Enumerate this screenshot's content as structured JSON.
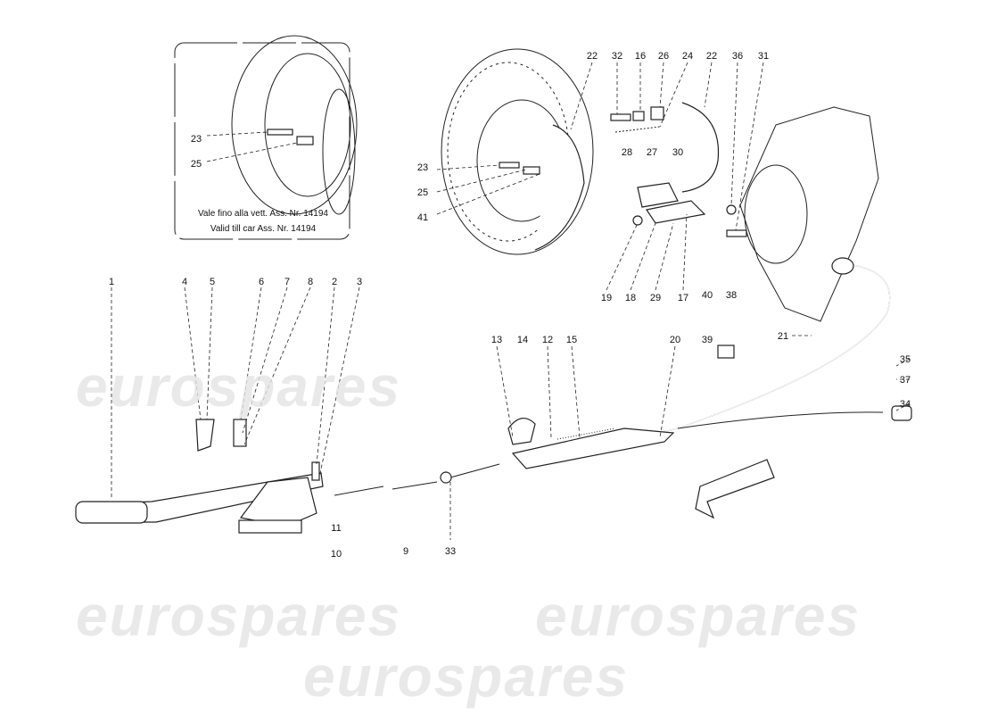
{
  "watermark": "eurospares",
  "inset": {
    "caption_it": "Vale fino alla vett. Ass. Nr. 14194",
    "caption_en": "Valid till car Ass. Nr. 14194",
    "labels": [
      "23",
      "25"
    ]
  },
  "labels": {
    "brake_top": [
      "22",
      "32",
      "16",
      "26",
      "24",
      "22",
      "36",
      "31"
    ],
    "disc_side": [
      "23",
      "25",
      "41"
    ],
    "mid_top": [
      "28",
      "27",
      "30"
    ],
    "mid_bottom": [
      "19",
      "18",
      "29",
      "17",
      "40",
      "38"
    ],
    "cable_right": [
      "39",
      "21"
    ],
    "cable_center": [
      "13",
      "14",
      "12",
      "15",
      "20"
    ],
    "far_right": [
      "35",
      "37",
      "34"
    ],
    "lever_top": [
      "1",
      "4",
      "5",
      "6",
      "7",
      "8",
      "2",
      "3"
    ],
    "lever_bottom": [
      "11",
      "10",
      "9",
      "33"
    ]
  }
}
